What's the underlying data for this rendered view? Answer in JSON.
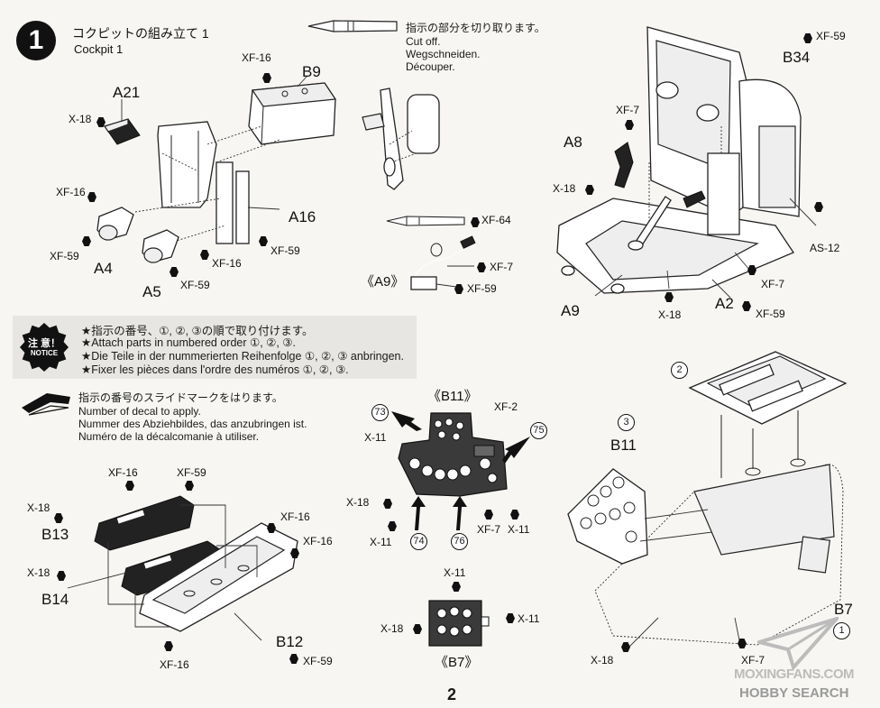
{
  "step": {
    "number": "1",
    "title_jp": "コクピットの組み立て 1",
    "title_en": "Cockpit 1"
  },
  "cut_note": {
    "jp": "指示の部分を切り取ります。",
    "en": "Cut off.",
    "de": "Wegschneiden.",
    "fr": "Découper."
  },
  "notice": {
    "badge_jp": "注 意！",
    "badge_en": "NOTICE",
    "lines": [
      "★指示の番号、①, ②, ③の順で取り付けます。",
      "★Attach parts in numbered order ①, ②, ③.",
      "★Die Teile in der nummerierten Reihenfolge ①, ②, ③ anbringen.",
      "★Fixer les pièces dans l'ordre des numéros ①, ②, ③."
    ]
  },
  "decal_note": {
    "jp": "指示の番号のスライドマークをはります。",
    "en": "Number of decal to apply.",
    "de": "Nummer des Abziehbildes, das anzubringen ist.",
    "fr": "Numéro de la décalcomanie à utiliser."
  },
  "parts": {
    "a21": "A21",
    "b9": "B9",
    "a16": "A16",
    "a4": "A4",
    "a5": "A5",
    "a9_view": "《A9》",
    "b34": "B34",
    "a8": "A8",
    "a9": "A9",
    "a2": "A2",
    "b11_view": "《B11》",
    "b7_view": "《B7》",
    "b13": "B13",
    "b14": "B14",
    "b12": "B12",
    "b11": "B11",
    "b7": "B7"
  },
  "colors": {
    "xf16": "XF-16",
    "xf59": "XF-59",
    "xf7": "XF-7",
    "xf64": "XF-64",
    "xf2": "XF-2",
    "x18": "X-18",
    "x11": "X-11",
    "as12": "AS-12"
  },
  "decals": {
    "d73": "73",
    "d74": "74",
    "d75": "75",
    "d76": "76"
  },
  "order": {
    "o1": "1",
    "o2": "2",
    "o3": "3"
  },
  "page_number": "2",
  "watermark": {
    "line1": "MOXINGFANS.COM",
    "line2": "HOBBY SEARCH"
  }
}
